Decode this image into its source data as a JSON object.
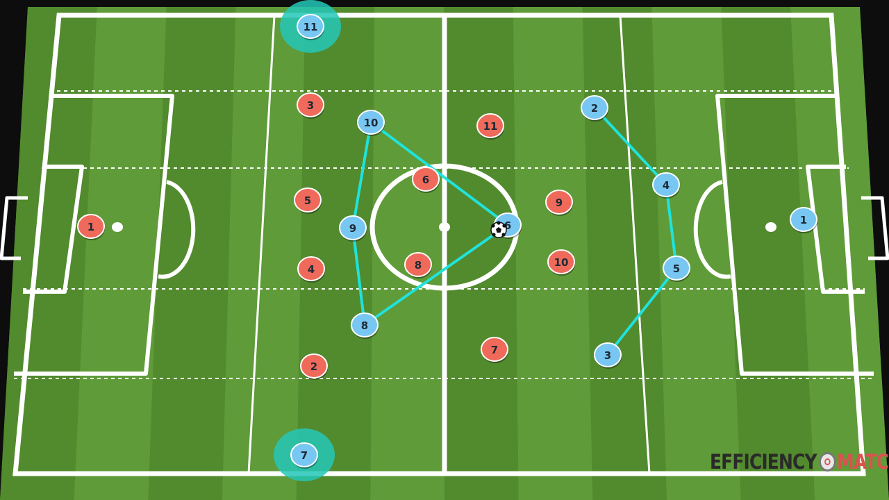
{
  "diagram": {
    "colors": {
      "team_red": "#ef6a5a",
      "team_blue": "#78c6f2",
      "link_line": "#1fe3dc",
      "highlight": "#25c7b7",
      "grass_light": "#5f9b38",
      "grass_dark": "#528a2e",
      "pitch_line": "#ffffff"
    },
    "red_team": [
      {
        "number": "1"
      },
      {
        "number": "3"
      },
      {
        "number": "5"
      },
      {
        "number": "4"
      },
      {
        "number": "2"
      },
      {
        "number": "6"
      },
      {
        "number": "8"
      },
      {
        "number": "11"
      },
      {
        "number": "9"
      },
      {
        "number": "10"
      },
      {
        "number": "7"
      }
    ],
    "blue_team": [
      {
        "number": "11",
        "highlighted": true
      },
      {
        "number": "10"
      },
      {
        "number": "9"
      },
      {
        "number": "8"
      },
      {
        "number": "7",
        "highlighted": true
      },
      {
        "number": "6"
      },
      {
        "number": "2"
      },
      {
        "number": "4"
      },
      {
        "number": "5"
      },
      {
        "number": "3"
      },
      {
        "number": "1"
      }
    ],
    "links": [
      [
        "10",
        "9"
      ],
      [
        "9",
        "8"
      ],
      [
        "8",
        "6"
      ],
      [
        "6",
        "10"
      ],
      [
        "2",
        "4"
      ],
      [
        "4",
        "5"
      ],
      [
        "5",
        "3"
      ]
    ],
    "ball": {
      "icon": "soccer-ball-icon",
      "near_player": "6"
    }
  },
  "brand": {
    "word1": "EFFICIENCY",
    "logo_icon": "ball-logo-icon",
    "word2": "MATC"
  }
}
